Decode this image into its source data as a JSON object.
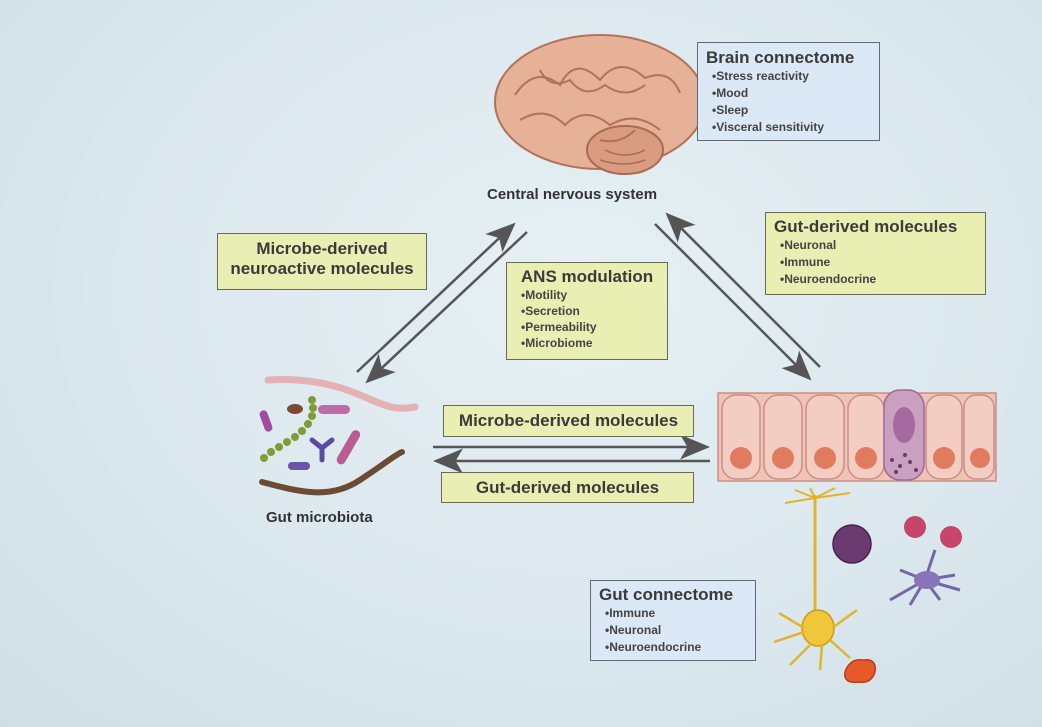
{
  "nodes": {
    "cns_label": "Central nervous system",
    "microbiota_label": "Gut microbiota"
  },
  "brain_connectome": {
    "title": "Brain connectome",
    "items": [
      "Stress reactivity",
      "Mood",
      "Sleep",
      "Visceral sensitivity"
    ]
  },
  "microbe_neuroactive": {
    "line1": "Microbe-derived",
    "line2": "neuroactive molecules"
  },
  "ans_modulation": {
    "title": "ANS modulation",
    "items": [
      "Motility",
      "Secretion",
      "Permeability",
      "Microbiome"
    ]
  },
  "gut_derived_upper": {
    "title": "Gut-derived molecules",
    "items": [
      "Neuronal",
      "Immune",
      "Neuroendocrine"
    ]
  },
  "microbe_derived_center": {
    "title": "Microbe-derived molecules"
  },
  "gut_derived_center": {
    "title": "Gut-derived molecules"
  },
  "gut_connectome": {
    "title": "Gut connectome",
    "items": [
      "Immune",
      "Neuronal",
      "Neuroendocrine"
    ]
  },
  "colors": {
    "yellow_box": "#e9efb2",
    "blue_box": "#dbe8f6",
    "arrow": "#555555",
    "brain": "#e3ab8c",
    "epithelium": "#f1c2b6"
  }
}
